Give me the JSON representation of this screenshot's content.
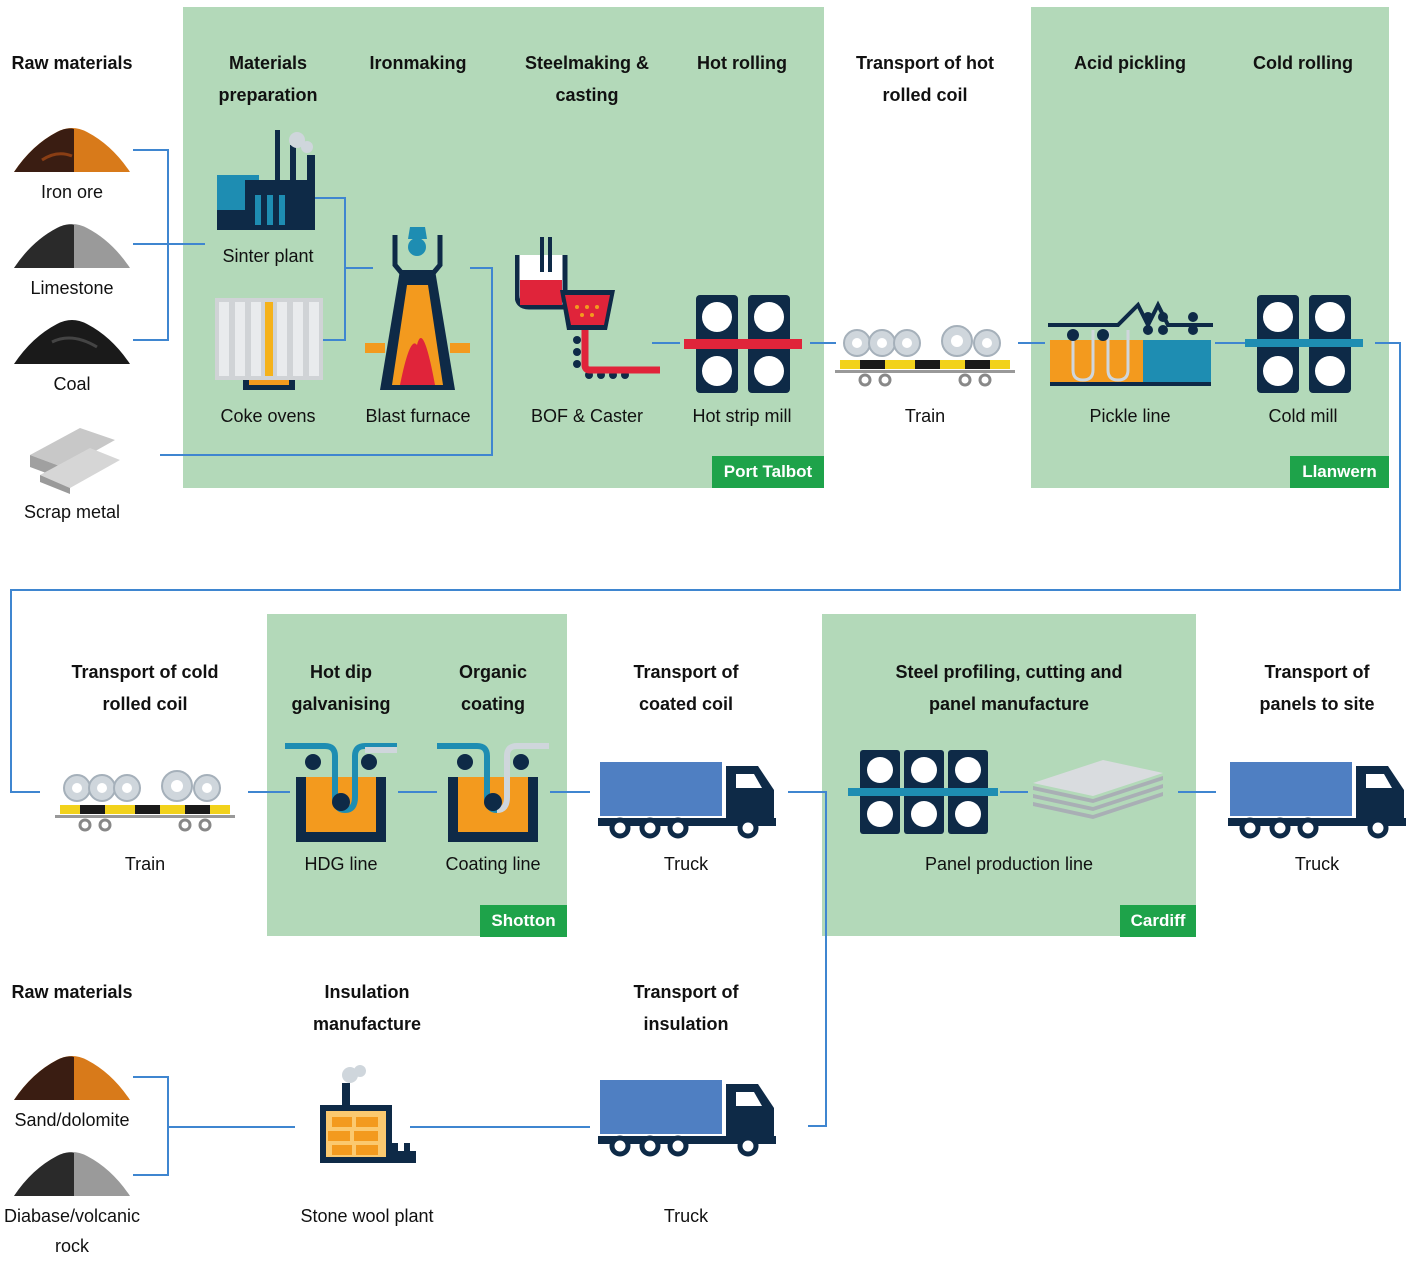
{
  "colors": {
    "zone": "#b3d9b9",
    "site": "#1ea34a",
    "connector": "#3f86d0",
    "navy": "#0e2a47",
    "orange": "#f39a1e",
    "red": "#e0243a",
    "blue_truck": "#4f7fc2",
    "teal": "#1e8db2"
  },
  "headings": {
    "raw_materials_1": "Raw materials",
    "materials_prep": "Materials preparation",
    "ironmaking": "Ironmaking",
    "steelmaking": "Steelmaking & casting",
    "hot_rolling": "Hot rolling",
    "transport_hot": "Transport of hot rolled coil",
    "acid_pickling": "Acid pickling",
    "cold_rolling": "Cold rolling",
    "transport_cold": "Transport of cold rolled coil",
    "hot_dip": "Hot dip galvanising",
    "organic": "Organic coating",
    "transport_coated": "Transport of coated coil",
    "profiling": "Steel profiling, cutting and panel manufacture",
    "transport_panels": "Transport of panels to site",
    "raw_materials_2": "Raw materials",
    "insulation": "Insulation manufacture",
    "transport_insulation": "Transport of insulation"
  },
  "labels": {
    "iron_ore": "Iron ore",
    "limestone": "Limestone",
    "coal": "Coal",
    "scrap": "Scrap metal",
    "sinter": "Sinter plant",
    "coke": "Coke ovens",
    "blast": "Blast furnace",
    "bof": "BOF & Caster",
    "hsm": "Hot strip mill",
    "train1": "Train",
    "pickle": "Pickle line",
    "cold_mill": "Cold mill",
    "train2": "Train",
    "hdg": "HDG line",
    "coating": "Coating line",
    "truck1": "Truck",
    "panel": "Panel production line",
    "truck2": "Truck",
    "sand": "Sand/dolomite",
    "diabase": "Diabase/volcanic rock",
    "stonewool": "Stone wool plant",
    "truck3": "Truck"
  },
  "sites": {
    "port_talbot": "Port Talbot",
    "llanwern": "Llanwern",
    "shotton": "Shotton",
    "cardiff": "Cardiff"
  }
}
